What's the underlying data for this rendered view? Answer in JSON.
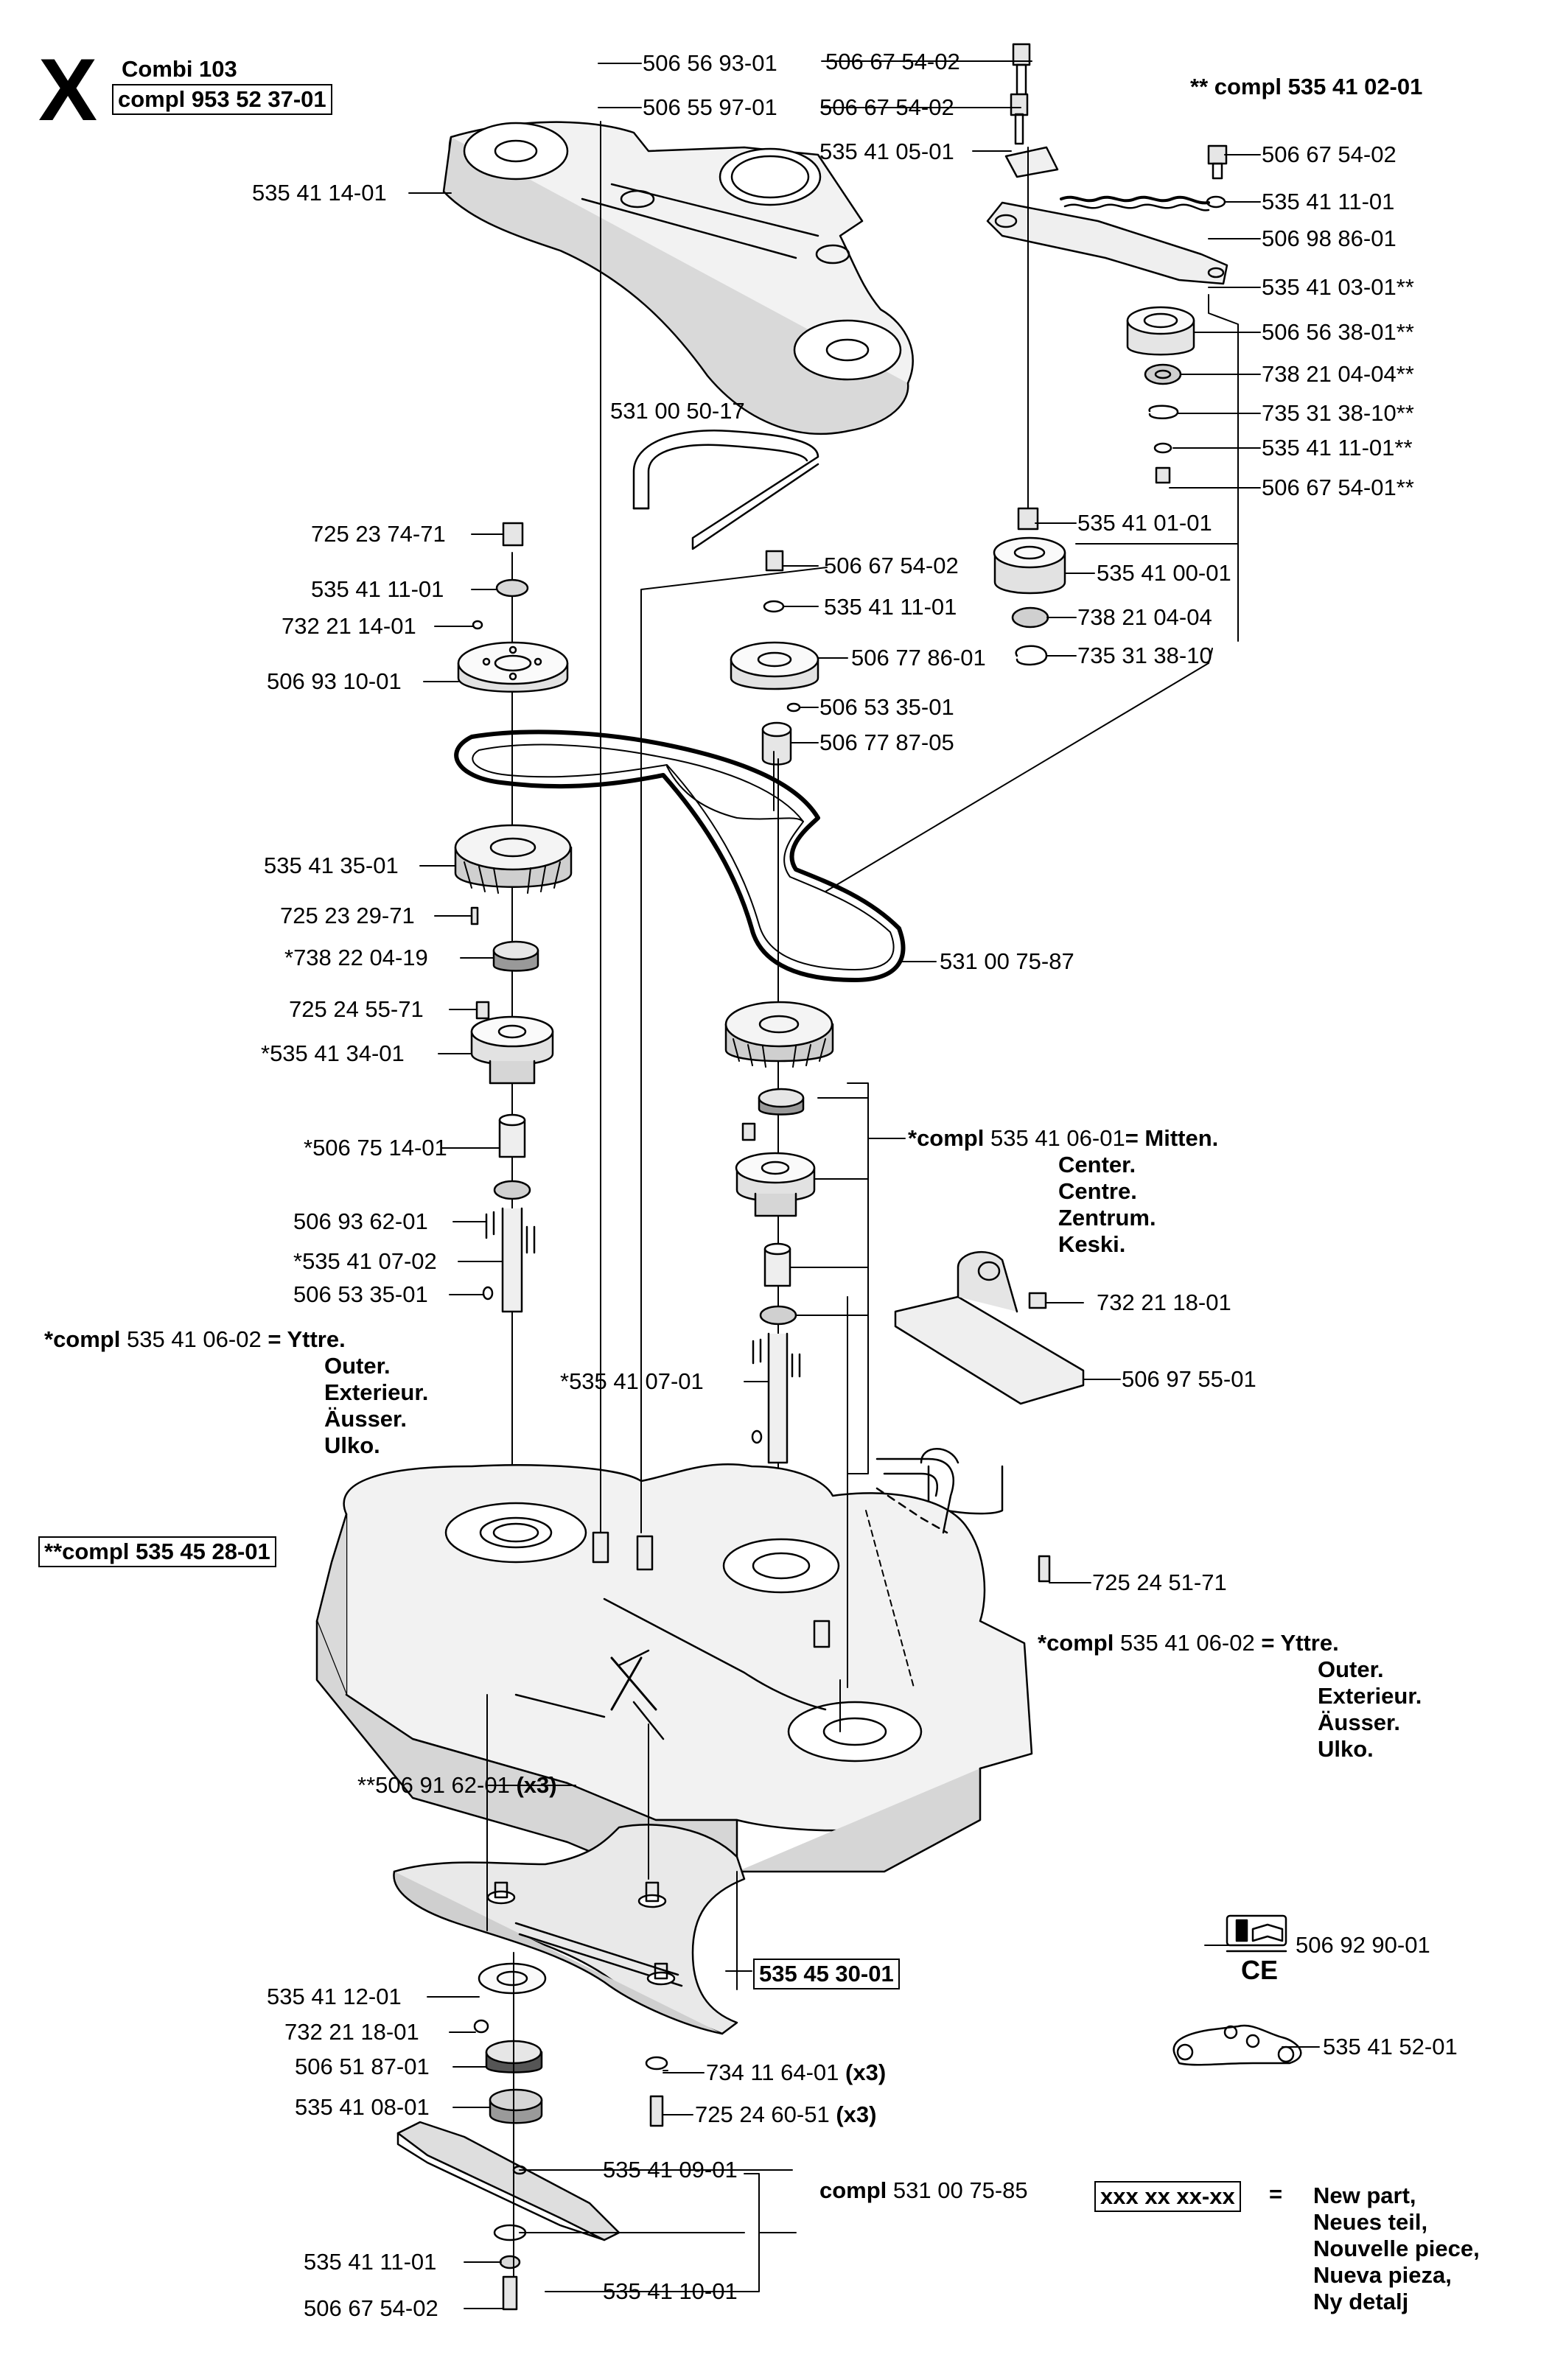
{
  "header": {
    "section_letter": "X",
    "model": "Combi 103",
    "assembly": "compl 953 52 37-01"
  },
  "labels": {
    "p506569301": "506 56 93-01",
    "p506559701": "506 55 97-01",
    "p506675402a": "506 67 54-02",
    "p506675402b": "506 67 54-02",
    "p535410501": "535 41 05-01",
    "p535410201_compl": "** compl 535 41 02-01",
    "p535411401": "535 41 14-01",
    "p506675402c": "506 67 54-02",
    "p535411101a": "535 41 11-01",
    "p506988601": "506 98 86-01",
    "p535410301": "535 41 03-01**",
    "p506563801": "506 56 38-01**",
    "p738210404a": "738 21 04-04**",
    "p735313810a": "735 31 38-10**",
    "p535411101b": "535 41 11-01**",
    "p506675401": "506 67 54-01**",
    "p531005017": "531 00 50-17",
    "p535410101": "535 41 01-01",
    "p725237471": "725 23 74-71",
    "p506675402d": "506 67 54-02",
    "p535410001": "535 41 00-01",
    "p535411101c": "535 41 11-01",
    "p535411101d": "535 41 11-01",
    "p738210404b": "738 21 04-04",
    "p732211401": "732 21 14-01",
    "p506931001": "506 93 10-01",
    "p506778601": "506 77 86-01",
    "p735313810b": "735 31 38-10",
    "p506533501a": "506 53 35-01",
    "p506778705": "506 77 87-05",
    "p535413501": "535 41 35-01",
    "p725232971": "725 23 29-71",
    "p738220419": "*738 22 04-19",
    "p531007587": "531 00 75-87",
    "p725245571": "725 24 55-71",
    "p535413401": "*535 41 34-01",
    "p506751401": "*506 75 14-01",
    "p506936201": "506 93 62-01",
    "p535410702a": "*535 41 07-02",
    "p506533501b": "506 53 35-01",
    "p732211801a": "732 21 18-01",
    "p535410701": "*535 41 07-01",
    "p506975501": "506 97 55-01",
    "p725245171": "725 24 51-71",
    "p506916201": "**506 91 62-01",
    "x3": "(x3)",
    "p535411201": "535 41 12-01",
    "p732211801b": "732 21 18-01",
    "p506518701": "506 51 87-01",
    "p535410801": "535 41 08-01",
    "p535410901": "535 41 09-01",
    "p535411101e": "535 41 11-01",
    "p535411001": "535 41 10-01",
    "p506675402e": "506 67 54-02",
    "p734116401": "734 11 64-01",
    "p725246051": "725 24 60-51",
    "p535453001": "535 45 30-01",
    "p506929001": "506 92 90-01",
    "p535415201": "535 41 52-01",
    "compl_prefix": "compl",
    "p531007585": "531 00 75-85",
    "p535452801": "**compl 535 45 28-01"
  },
  "groups": {
    "center": {
      "prefix": "*compl",
      "part": "535 41 06-01",
      "lines": [
        "= Mitten.",
        "Center.",
        "Centre.",
        "Zentrum.",
        "Keski."
      ]
    },
    "outer_left": {
      "prefix": "*compl",
      "part": "535 41 06-02",
      "lines": [
        "= Yttre.",
        "Outer.",
        "Exterieur.",
        "Äusser.",
        "Ulko."
      ]
    },
    "outer_right": {
      "prefix": "*compl",
      "part": "535 41 06-02",
      "lines": [
        "= Yttre.",
        "Outer.",
        "Exterieur.",
        "Äusser.",
        "Ulko."
      ]
    }
  },
  "legend": {
    "sample": "xxx xx xx-xx",
    "equals": "=",
    "lines": [
      "New part,",
      "Neues teil,",
      "Nouvelle piece,",
      "Nueva pieza,",
      "Ny detalj"
    ],
    "ce_mark": "CE"
  }
}
